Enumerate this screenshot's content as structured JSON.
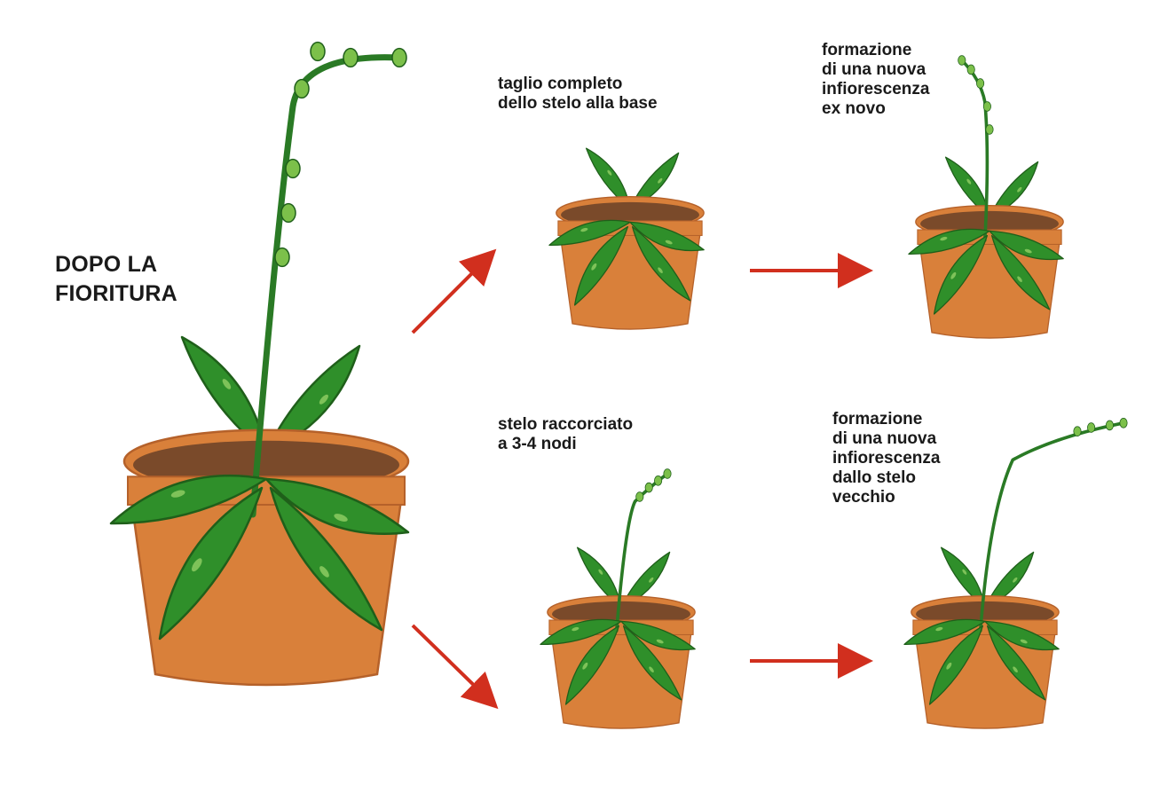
{
  "title": {
    "lines": [
      "DOPO LA",
      "FIORITURA"
    ]
  },
  "steps": [
    {
      "id": "cut",
      "lines": [
        "taglio completo",
        "dello stelo alla base"
      ]
    },
    {
      "id": "new",
      "lines": [
        "formazione",
        "di una nuova",
        "infiorescenza",
        "ex novo"
      ]
    },
    {
      "id": "short",
      "lines": [
        "stelo raccorciato",
        "a 3-4 nodi"
      ]
    },
    {
      "id": "old",
      "lines": [
        "formazione",
        "di una nuova",
        "infiorescenza",
        "dallo stelo",
        "vecchio"
      ]
    }
  ],
  "colors": {
    "pot": "#d9803a",
    "pot_dark": "#b5612a",
    "soil": "#7a4a2a",
    "leaf": "#2f8f2a",
    "leaf_dark": "#1f5f1a",
    "stem": "#2a7a25",
    "arrow": "#d12f1e"
  }
}
